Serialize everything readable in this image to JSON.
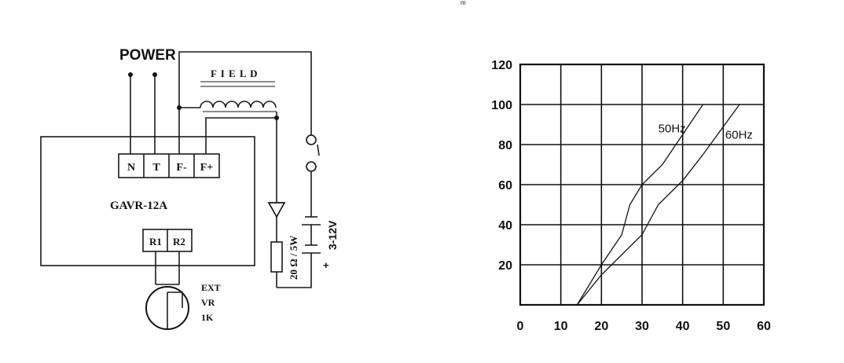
{
  "diagram": {
    "power_label": "POWER",
    "field_label": "F I E L D",
    "device_label": "GAVR-12A",
    "terminals": [
      "N",
      "T",
      "F-",
      "F+"
    ],
    "pot_terminals": [
      "R1",
      "R2"
    ],
    "ext_vr_lines": [
      "EXT",
      "VR",
      "1K"
    ],
    "resistor_label": "20 Ω / 5W",
    "voltage_label": "3-12V",
    "plus_label": "+",
    "corner_mark": "m"
  },
  "chart_data": {
    "type": "line",
    "title": "",
    "xlabel": "",
    "ylabel": "",
    "xlim": [
      0,
      60
    ],
    "ylim": [
      0,
      120
    ],
    "x_ticks": [
      0,
      10,
      20,
      30,
      40,
      50,
      60
    ],
    "y_ticks": [
      20,
      40,
      60,
      80,
      100,
      120
    ],
    "grid": true,
    "series": [
      {
        "name": "50Hz",
        "x": [
          14,
          20,
          25,
          27,
          30,
          35,
          40,
          45
        ],
        "y": [
          0,
          20,
          35,
          50,
          60,
          70,
          85,
          100
        ]
      },
      {
        "name": "60Hz",
        "x": [
          14,
          20,
          25,
          30,
          34,
          40,
          45,
          54
        ],
        "y": [
          0,
          15,
          25,
          35,
          50,
          62,
          75,
          100
        ]
      }
    ]
  }
}
